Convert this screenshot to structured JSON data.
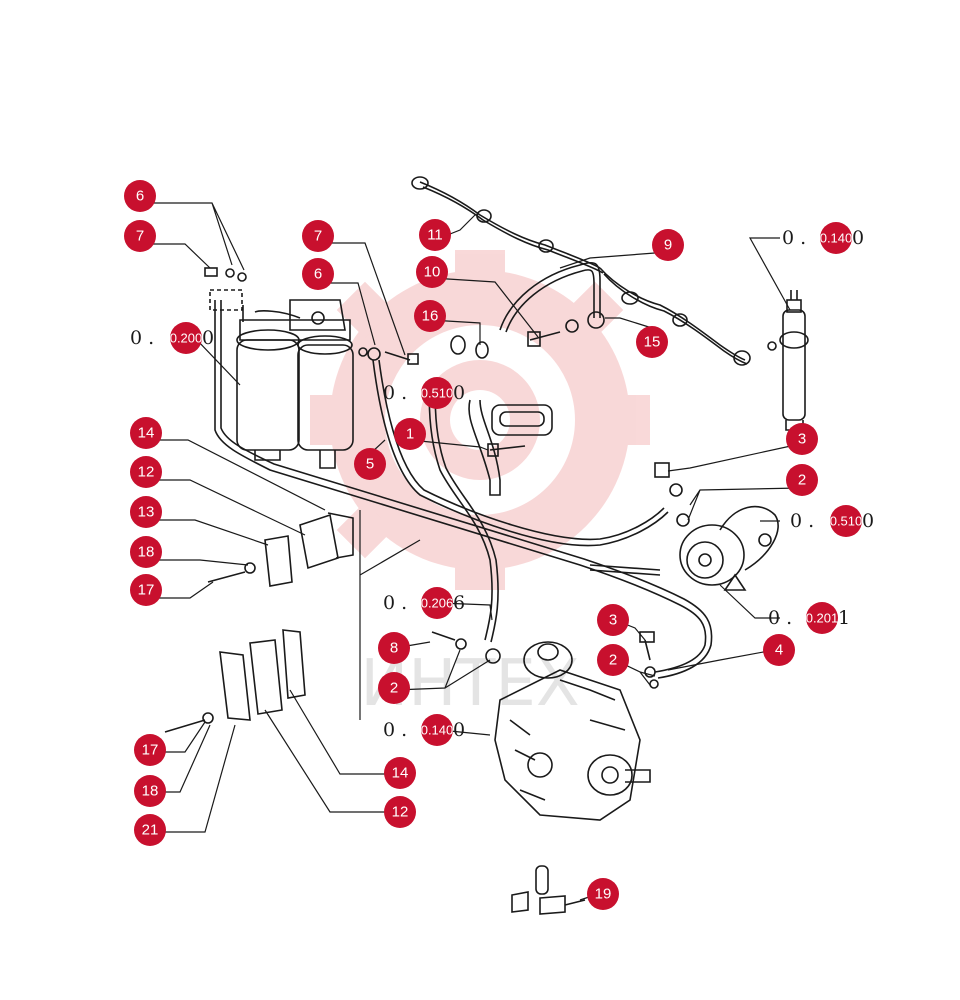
{
  "colors": {
    "badge": "#c8102e",
    "line": "#1a1a1a",
    "watermark": "#f4b9b9",
    "ref_text": "#1a1a1a"
  },
  "watermark": {
    "text": "ИНТЕХ"
  },
  "callouts": {
    "c6a": "6",
    "c7a": "7",
    "c7b": "7",
    "c6b": "6",
    "c11": "11",
    "c9": "9",
    "c10": "10",
    "c16": "16",
    "c15": "15",
    "c1": "1",
    "c5": "5",
    "c3a": "3",
    "c2a": "2",
    "c14a": "14",
    "c12a": "12",
    "c13": "13",
    "c18a": "18",
    "c17a": "17",
    "c3b": "3",
    "c2b": "2",
    "c4": "4",
    "c8": "8",
    "c2c": "2",
    "c17b": "17",
    "c18b": "18",
    "c21": "21",
    "c14b": "14",
    "c12b": "12",
    "c19": "19"
  },
  "refs": {
    "r1": {
      "prefix": "0 . ",
      "badge": "0.200",
      "suffix": " 0"
    },
    "r2": {
      "prefix": "0 . ",
      "badge": "0.510",
      "suffix": " 0"
    },
    "r3": {
      "prefix": "0 . ",
      "badge": "0.140",
      "suffix": " 0"
    },
    "r4": {
      "prefix": "0 . ",
      "badge": "0.510",
      "suffix": " 0"
    },
    "r5": {
      "prefix": "0 . ",
      "badge": "0.201",
      "suffix": " 1"
    },
    "r6": {
      "prefix": "0 . ",
      "badge": "0.206",
      "suffix": " 6"
    },
    "r7": {
      "prefix": "0 . ",
      "badge": "0.140",
      "suffix": " 0"
    }
  }
}
